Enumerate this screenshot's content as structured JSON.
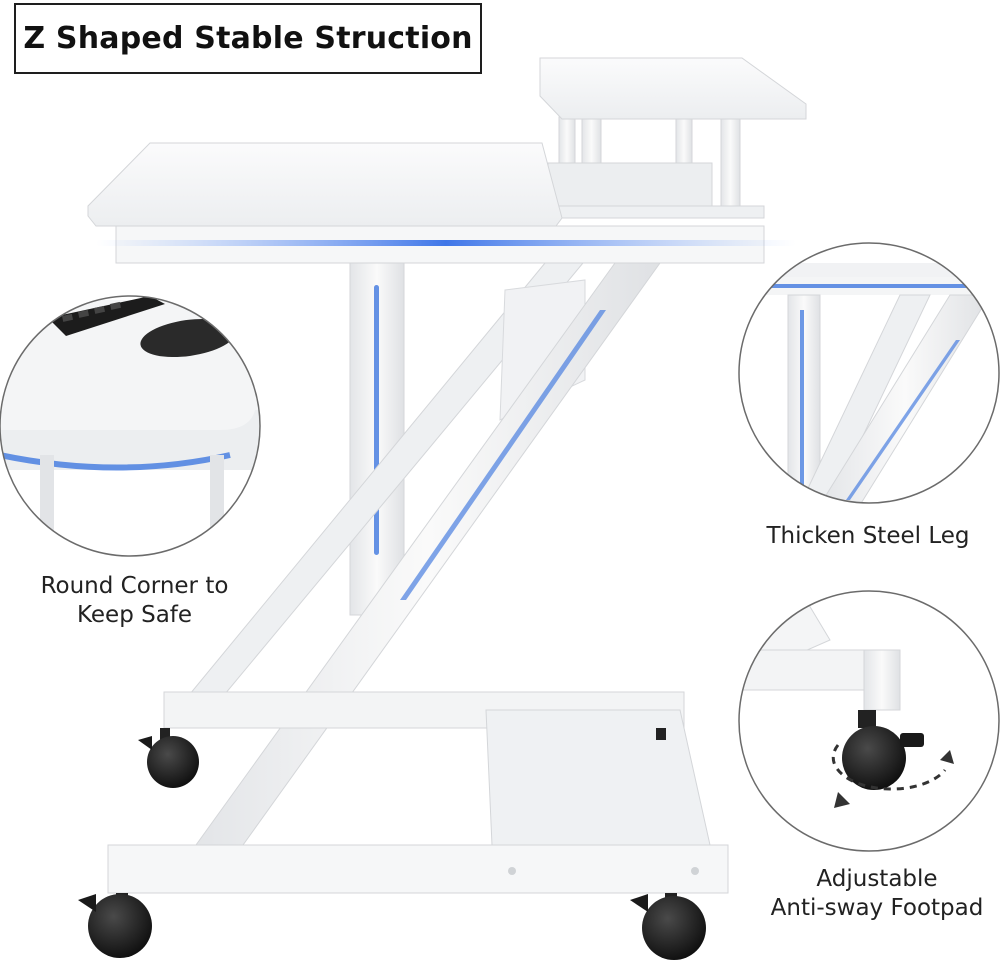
{
  "title": "Z Shaped Stable Struction",
  "callouts": {
    "left": {
      "line1": "Round Corner to",
      "line2": "Keep Safe"
    },
    "right_top": {
      "line1": "Thicken Steel Leg"
    },
    "right_bottom": {
      "line1": "Adjustable",
      "line2": "Anti-sway Footpad"
    }
  },
  "colors": {
    "desk_white": "#f4f5f6",
    "edge_shade": "#d9dbde",
    "accent_blue": "#4a7fe0",
    "caster_black": "#141414",
    "outline": "#1e1e1e"
  },
  "icons": {
    "rotate_arrows": "dashed-rotation-arrows-icon"
  }
}
